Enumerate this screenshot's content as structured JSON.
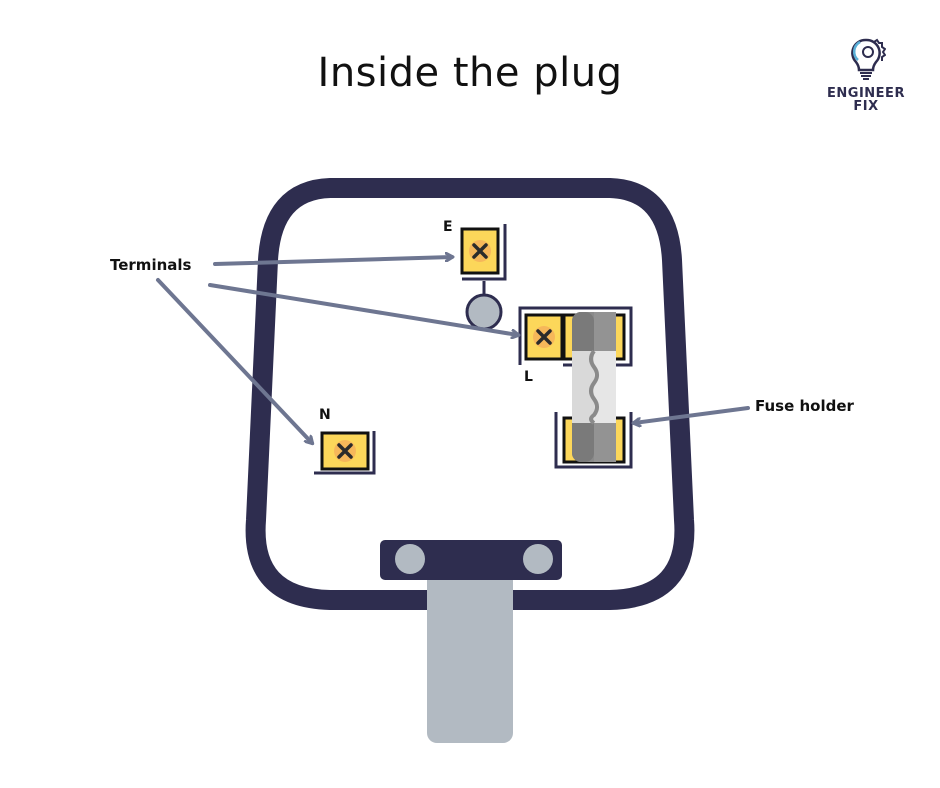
{
  "title": "Inside the plug",
  "logo": {
    "line1": "ENGINEER",
    "line2": "FIX",
    "icon": "lightbulb-gear-icon"
  },
  "callouts": {
    "terminals": "Terminals",
    "fuse_holder": "Fuse holder"
  },
  "terminals": {
    "earth": "E",
    "live": "L",
    "neutral": "N"
  },
  "colors": {
    "casing": "#2e2d4f",
    "terminal": "#fcd75a",
    "screw": "#f6b75a",
    "arrow": "#6e7691",
    "pin": "#b2bac2",
    "fuse_cap": "#8a8a8a",
    "fuse_glass": "#e6e6e6"
  }
}
